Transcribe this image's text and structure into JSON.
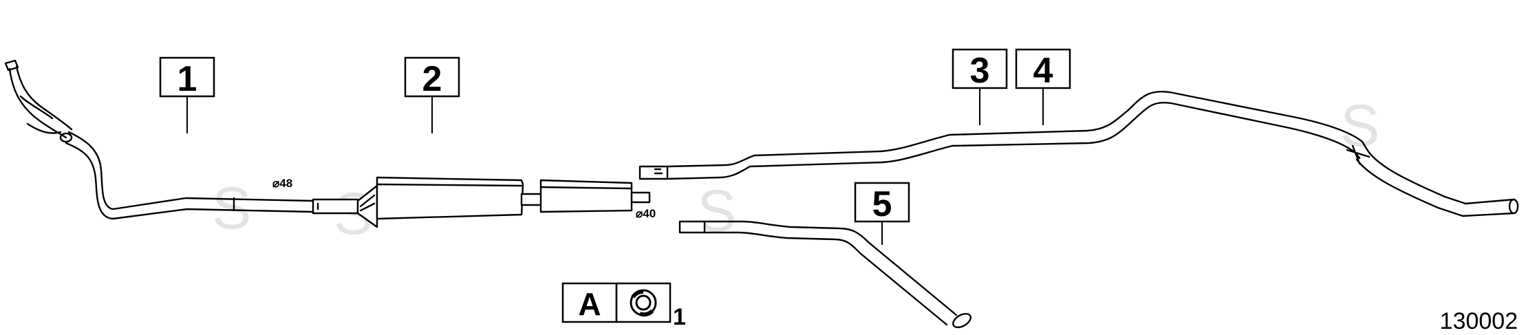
{
  "callouts": {
    "part1": "1",
    "part2": "2",
    "part3": "3",
    "part4": "4",
    "part5": "5"
  },
  "dimensions": {
    "inlet_diameter": "⌀48",
    "outlet_diameter": "⌀40"
  },
  "legend": {
    "letter": "A",
    "icon": "clamp-ring-icon",
    "count": "1"
  },
  "watermark": "S",
  "reference_number": "130002"
}
